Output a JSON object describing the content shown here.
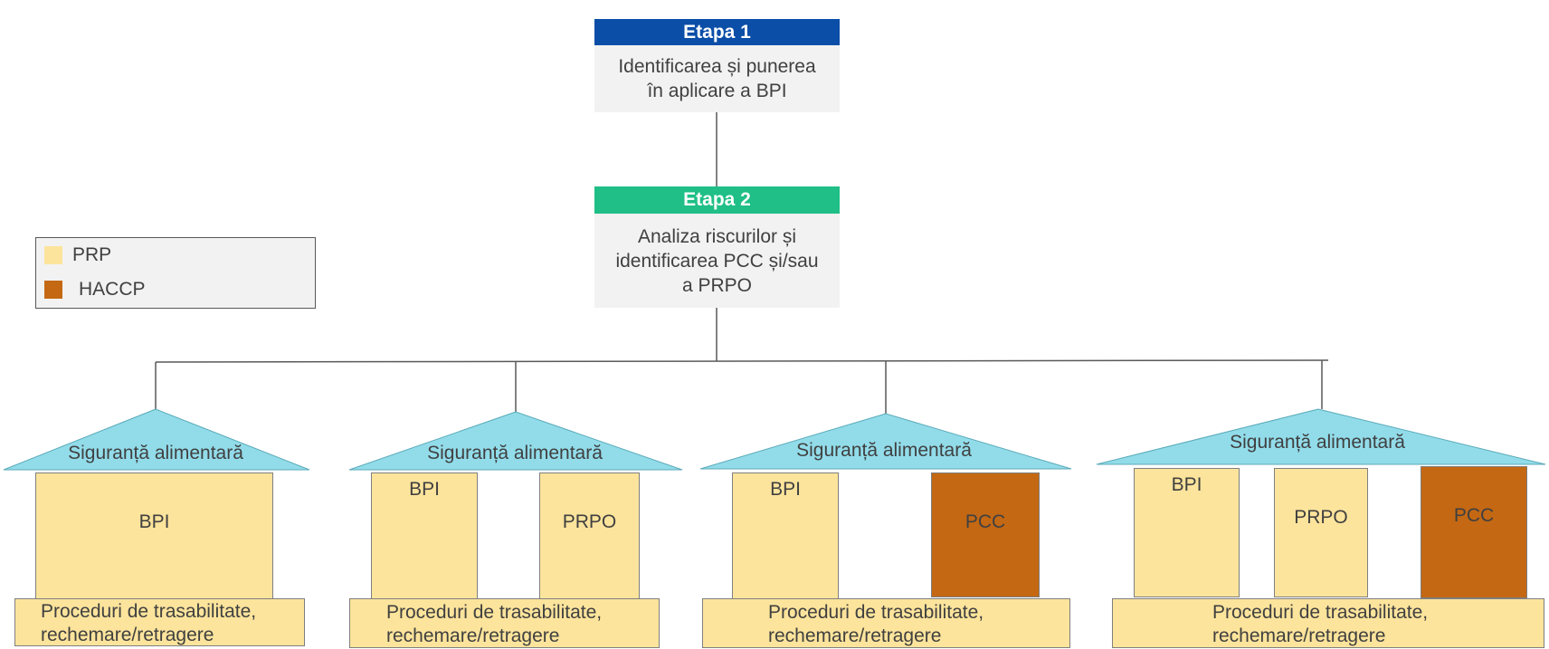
{
  "colors": {
    "etapa1": "#0a4ea8",
    "etapa2": "#1fbf87",
    "roof": "#92dcea",
    "prp": "#fde49c",
    "haccp": "#c46813",
    "box_bg": "#f2f2f2",
    "line": "#595959"
  },
  "steps": [
    {
      "title": "Etapa 1",
      "text": "Identificarea și punerea\nîn aplicare a BPI"
    },
    {
      "title": "Etapa 2",
      "text": "Analiza riscurilor și\nidentificarea PCC și/sau\na PRPO"
    }
  ],
  "legend": [
    {
      "label": "PRP",
      "color": "#fde49c"
    },
    {
      "label": "HACCP",
      "color": "#c46813"
    }
  ],
  "houses": [
    {
      "roof": "Siguranță alimentară",
      "pillars": [
        {
          "label": "BPI",
          "type": "prp"
        }
      ],
      "base": "Proceduri de trasabilitate,\nrechemare/retragere"
    },
    {
      "roof": "Siguranță alimentară",
      "pillars": [
        {
          "label": "BPI",
          "type": "prp"
        },
        {
          "label": "PRPO",
          "type": "prp"
        }
      ],
      "base": "Proceduri de trasabilitate,\nrechemare/retragere"
    },
    {
      "roof": "Siguranță alimentară",
      "pillars": [
        {
          "label": "BPI",
          "type": "prp"
        },
        {
          "label": "PCC",
          "type": "haccp"
        }
      ],
      "base": "Proceduri de trasabilitate,\nrechemare/retragere"
    },
    {
      "roof": "Siguranță alimentară",
      "pillars": [
        {
          "label": "BPI",
          "type": "prp"
        },
        {
          "label": "PRPO",
          "type": "prp"
        },
        {
          "label": "PCC",
          "type": "haccp"
        }
      ],
      "base": "Proceduri de trasabilitate,\nrechemare/retragere"
    }
  ]
}
